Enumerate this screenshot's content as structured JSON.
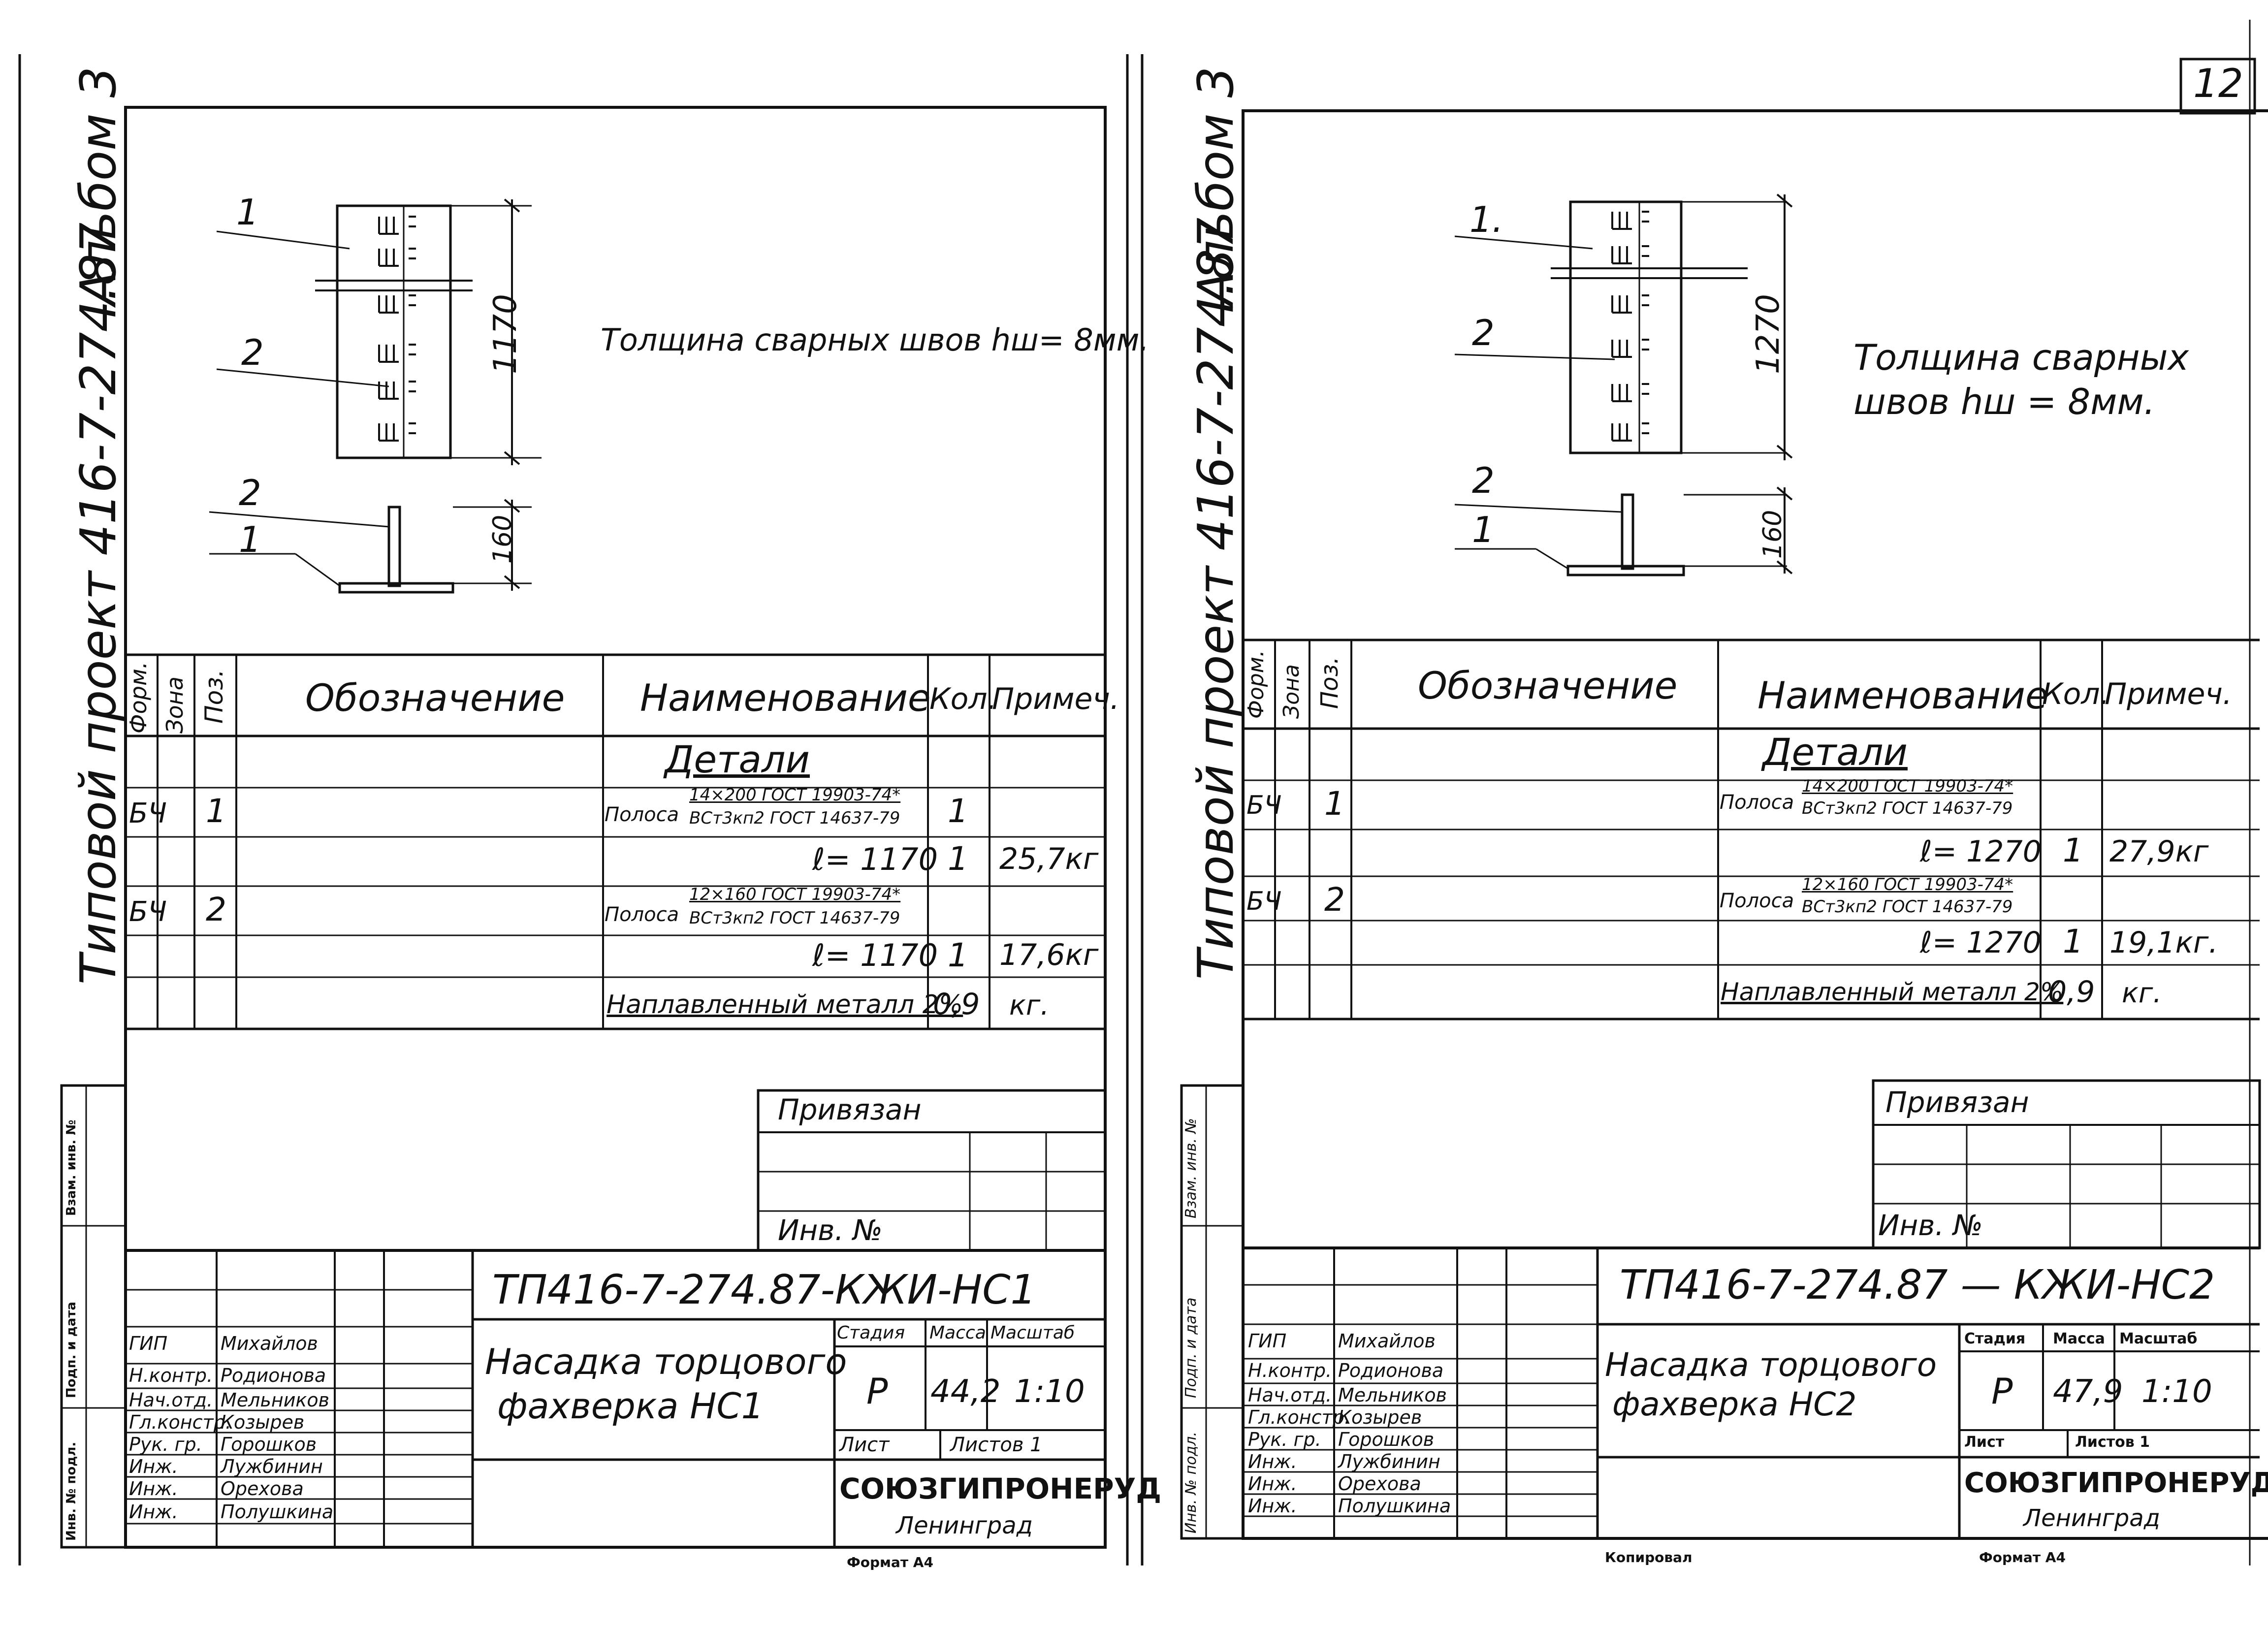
{
  "page_number": "12",
  "common": {
    "side_label_project": "Типовой проект 416-7-274.87",
    "side_label_album": "Альбом 3",
    "header": {
      "format": "Форм.",
      "zone": "Зона",
      "pos": "Поз.",
      "designation": "Обозначение",
      "name": "Наименование",
      "qty": "Кол.",
      "note": "Примеч."
    },
    "section_details": "Детали",
    "privyazan": "Привязан",
    "inv_no": "Инв. №",
    "stage_label": "Стадия",
    "mass_label": "Масса",
    "scale_label": "Масштаб",
    "sheet_label": "Лист",
    "sheets_label": "Листов 1",
    "stage": "Р",
    "scale": "1:10",
    "org": "СОЮЗГИПРОНЕРУД",
    "city": "Ленинград",
    "format_a4": "Формат А4",
    "side_cells": [
      "Взам. инв. №",
      "Подп. и дата",
      "Инв. № подл."
    ],
    "staff_roles": [
      "ГИП",
      "Н.контр.",
      "Нач.отд.",
      "Гл.констр.",
      "Рук. гр.",
      "Инж.",
      "Инж.",
      "Инж."
    ],
    "staff_names": [
      "Михайлов",
      "Родионова",
      "Мельников",
      "Козырев",
      "Горошков",
      "Лужбинин",
      "Орехова",
      "Полушкина"
    ]
  },
  "sheets": [
    {
      "weld_note": "Толщина сварных швов hш= 8мм.",
      "length_dim": "1170",
      "height_dim": "160",
      "plan_labels": [
        "1",
        "2"
      ],
      "section_labels": [
        "2",
        "1"
      ],
      "rows": [
        {
          "format": "БЧ",
          "pos": "1",
          "name_prefix": "Полоса",
          "name_line1": "14×200 ГОСТ 19903-74*",
          "name_line2": "ВСт3кп2 ГОСТ 14637-79",
          "qty": "",
          "note": ""
        },
        {
          "format": "",
          "pos": "",
          "name_prefix": "",
          "name_line1": "ℓ= 1170",
          "name_line2": "",
          "qty": "1",
          "note": "25,7кг"
        },
        {
          "format": "БЧ",
          "pos": "2",
          "name_prefix": "Полоса",
          "name_line1": "12×160 ГОСТ 19903-74*",
          "name_line2": "ВСт3кп2 ГОСТ 14637-79",
          "qty": "",
          "note": ""
        },
        {
          "format": "",
          "pos": "",
          "name_prefix": "",
          "name_line1": "ℓ= 1170",
          "name_line2": "",
          "qty": "1",
          "note": "17,6кг"
        },
        {
          "format": "",
          "pos": "",
          "name_prefix": "",
          "name_line1": "Наплавленный металл 2%",
          "name_line2": "",
          "qty": "0,9",
          "note": "кг."
        }
      ],
      "doc_code": "ТП416-7-274.87-КЖИ-НС1",
      "title_line1": "Насадка торцового",
      "title_line2": "фахверка  НС1",
      "mass": "44,2",
      "footer_extra": ""
    },
    {
      "weld_note_line1": "Толщина сварных",
      "weld_note_line2": "швов  hш = 8мм.",
      "length_dim": "1270",
      "height_dim": "160",
      "plan_labels": [
        "1.",
        "2"
      ],
      "section_labels": [
        "2",
        "1"
      ],
      "rows": [
        {
          "format": "БЧ",
          "pos": "1",
          "name_prefix": "Полоса",
          "name_line1": "14×200 ГОСТ 19903-74*",
          "name_line2": "ВСт3кп2 ГОСТ 14637-79",
          "qty": "",
          "note": ""
        },
        {
          "format": "",
          "pos": "",
          "name_prefix": "",
          "name_line1": "ℓ= 1270",
          "name_line2": "",
          "qty": "1",
          "note": "27,9кг"
        },
        {
          "format": "БЧ",
          "pos": "2",
          "name_prefix": "Полоса",
          "name_line1": "12×160 ГОСТ 19903-74*",
          "name_line2": "ВСт3кп2 ГОСТ 14637-79",
          "qty": "",
          "note": ""
        },
        {
          "format": "",
          "pos": "",
          "name_prefix": "",
          "name_line1": "ℓ= 1270",
          "name_line2": "",
          "qty": "1",
          "note": "19,1кг."
        },
        {
          "format": "",
          "pos": "",
          "name_prefix": "",
          "name_line1": "Наплавленный металл 2%",
          "name_line2": "",
          "qty": "0,9",
          "note": "кг."
        }
      ],
      "doc_code": "ТП416-7-274.87 — КЖИ-НС2",
      "title_line1": "Насадка торцового",
      "title_line2": "фахверка  НС2",
      "mass": "47,9",
      "footer_extra": "Копировал"
    }
  ]
}
